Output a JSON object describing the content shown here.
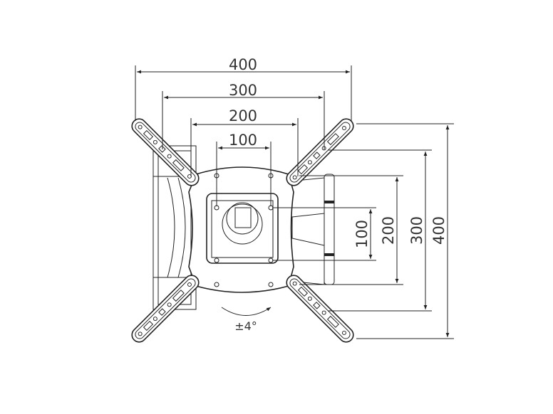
{
  "horizontal_dimensions": [
    "400",
    "300",
    "200",
    "100"
  ],
  "vertical_dimensions": [
    "100",
    "200",
    "300",
    "400"
  ],
  "tilt_label": "±4°",
  "line_color": "#222222"
}
